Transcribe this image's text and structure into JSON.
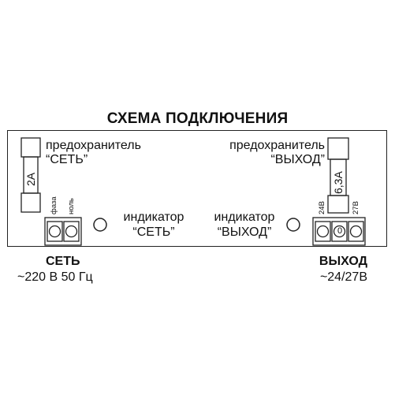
{
  "title": "СХЕМА ПОДКЛЮЧЕНИЯ",
  "left": {
    "fuse_label_line1": "предохранитель",
    "fuse_label_line2": "“СЕТЬ”",
    "fuse_rating": "2А",
    "terminal_label_1": "фаза",
    "terminal_label_2": "ноль",
    "indicator_label_line1": "индикатор",
    "indicator_label_line2": "“СЕТЬ”",
    "connection_title": "СЕТЬ",
    "connection_spec": "~220 В 50 Гц"
  },
  "right": {
    "fuse_label_line1": "предохранитель",
    "fuse_label_line2": "“ВЫХОД”",
    "fuse_rating": "6,3А",
    "terminal_label_1": "24В",
    "terminal_label_2": "27В",
    "terminal_center_symbol": "0",
    "indicator_label_line1": "индикатор",
    "indicator_label_line2": "“ВЫХОД”",
    "connection_title": "ВЫХОД",
    "connection_spec": "~24/27В"
  }
}
